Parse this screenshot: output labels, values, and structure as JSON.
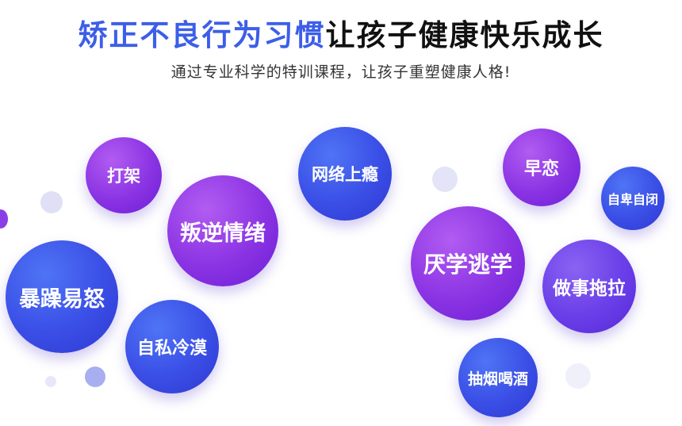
{
  "header": {
    "title_highlight": "矫正不良行为习惯",
    "title_rest": "让孩子健康快乐成长",
    "subtitle": "通过专业科学的特训课程，让孩子重塑健康人格!"
  },
  "bubbles": {
    "fighting": "打架",
    "rebellious": "叛逆情绪",
    "internet_addiction": "网络上瘾",
    "irritable": "暴躁易怒",
    "selfish_cold": "自私冷漠",
    "school_aversion": "厌学逃学",
    "puppy_love": "早恋",
    "low_self_esteem": "自卑自闭",
    "procrastination": "做事拖拉",
    "smoking_drinking": "抽烟喝酒"
  },
  "colors": {
    "title_accent": "#3c5ee8",
    "bubble_purple": "#8a33e3",
    "bubble_blue": "#3a4ee6",
    "bubble_violet": "#6a3ee8",
    "decor_dot": "#dcdcf5"
  }
}
